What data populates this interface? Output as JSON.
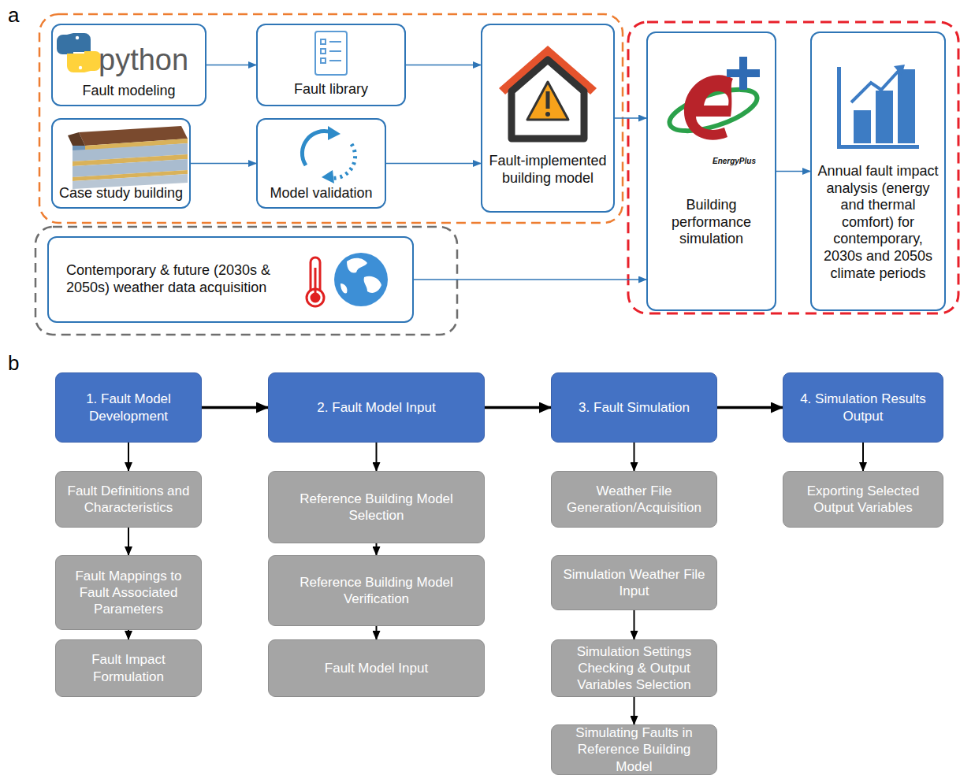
{
  "diagram": {
    "nodes": [
      {
        "text": [
          "python",
          "Fault modeling"
        ]
      },
      {
        "text": [
          "Fault library"
        ]
      },
      {
        "text": [
          "Case study building"
        ]
      },
      {
        "text": [
          "Model validation"
        ]
      },
      {
        "text": [
          "Fault-implemented building model"
        ]
      },
      {
        "text": [
          "EnergyPlus",
          "Building performance simulation"
        ]
      },
      {
        "text": [
          "Annual fault impact analysis (energy and thermal comfort) for contemporary, 2030s and 2050s climate periods"
        ]
      },
      {
        "text": [
          "Contemporary & future (2030s & 2050s) weather data acquisition"
        ]
      },
      {
        "text": [
          "1. Fault Model Development"
        ]
      },
      {
        "text": [
          "Fault Definitions and Characteristics"
        ]
      },
      {
        "text": [
          "Fault Mappings to Fault Associated Parameters"
        ]
      },
      {
        "text": [
          "Fault Impact Formulation"
        ]
      },
      {
        "text": [
          "2. Fault Model Input"
        ]
      },
      {
        "text": [
          "Reference Building Model Selection"
        ]
      },
      {
        "text": [
          "Reference Building Model Verification"
        ]
      },
      {
        "text": [
          "Fault Model Input"
        ]
      },
      {
        "text": [
          "3. Fault Simulation"
        ]
      },
      {
        "text": [
          "Weather File Generation/Acquisition"
        ]
      },
      {
        "text": [
          "Simulation Weather File Input"
        ]
      },
      {
        "text": [
          "Simulation Settings Checking & Output Variables Selection"
        ]
      },
      {
        "text": [
          "Simulating Faults in Reference Building Model"
        ]
      },
      {
        "text": [
          "4. Simulation Results Output"
        ]
      },
      {
        "text": [
          "Exporting Selected Output Variables"
        ]
      }
    ],
    "edges": [
      {
        "from": 0,
        "to": 1,
        "arrow": "to"
      },
      {
        "from": 1,
        "to": 4,
        "arrow": "to"
      },
      {
        "from": 2,
        "to": 3,
        "arrow": "to"
      },
      {
        "from": 3,
        "to": 4,
        "arrow": "to"
      },
      {
        "from": 4,
        "to": 5,
        "arrow": "to"
      },
      {
        "from": 5,
        "to": 6,
        "arrow": "to"
      },
      {
        "from": 7,
        "to": 5,
        "arrow": "to"
      },
      {
        "from": 8,
        "to": 12,
        "arrow": "to"
      },
      {
        "from": 12,
        "to": 16,
        "arrow": "to"
      },
      {
        "from": 16,
        "to": 21,
        "arrow": "to"
      },
      {
        "from": 8,
        "to": 9,
        "arrow": "to"
      },
      {
        "from": 9,
        "to": 10,
        "arrow": "to"
      },
      {
        "from": 10,
        "to": 11,
        "arrow": "to"
      },
      {
        "from": 12,
        "to": 13,
        "arrow": "to"
      },
      {
        "from": 13,
        "to": 14,
        "arrow": "to"
      },
      {
        "from": 14,
        "to": 15,
        "arrow": "to"
      },
      {
        "from": 16,
        "to": 17,
        "arrow": "to"
      },
      {
        "from": 18,
        "to": 19,
        "arrow": "to"
      },
      {
        "from": 19,
        "to": 20,
        "arrow": "to"
      },
      {
        "from": 21,
        "to": 22,
        "arrow": "to"
      }
    ],
    "labels": [
      "a",
      "b"
    ]
  }
}
